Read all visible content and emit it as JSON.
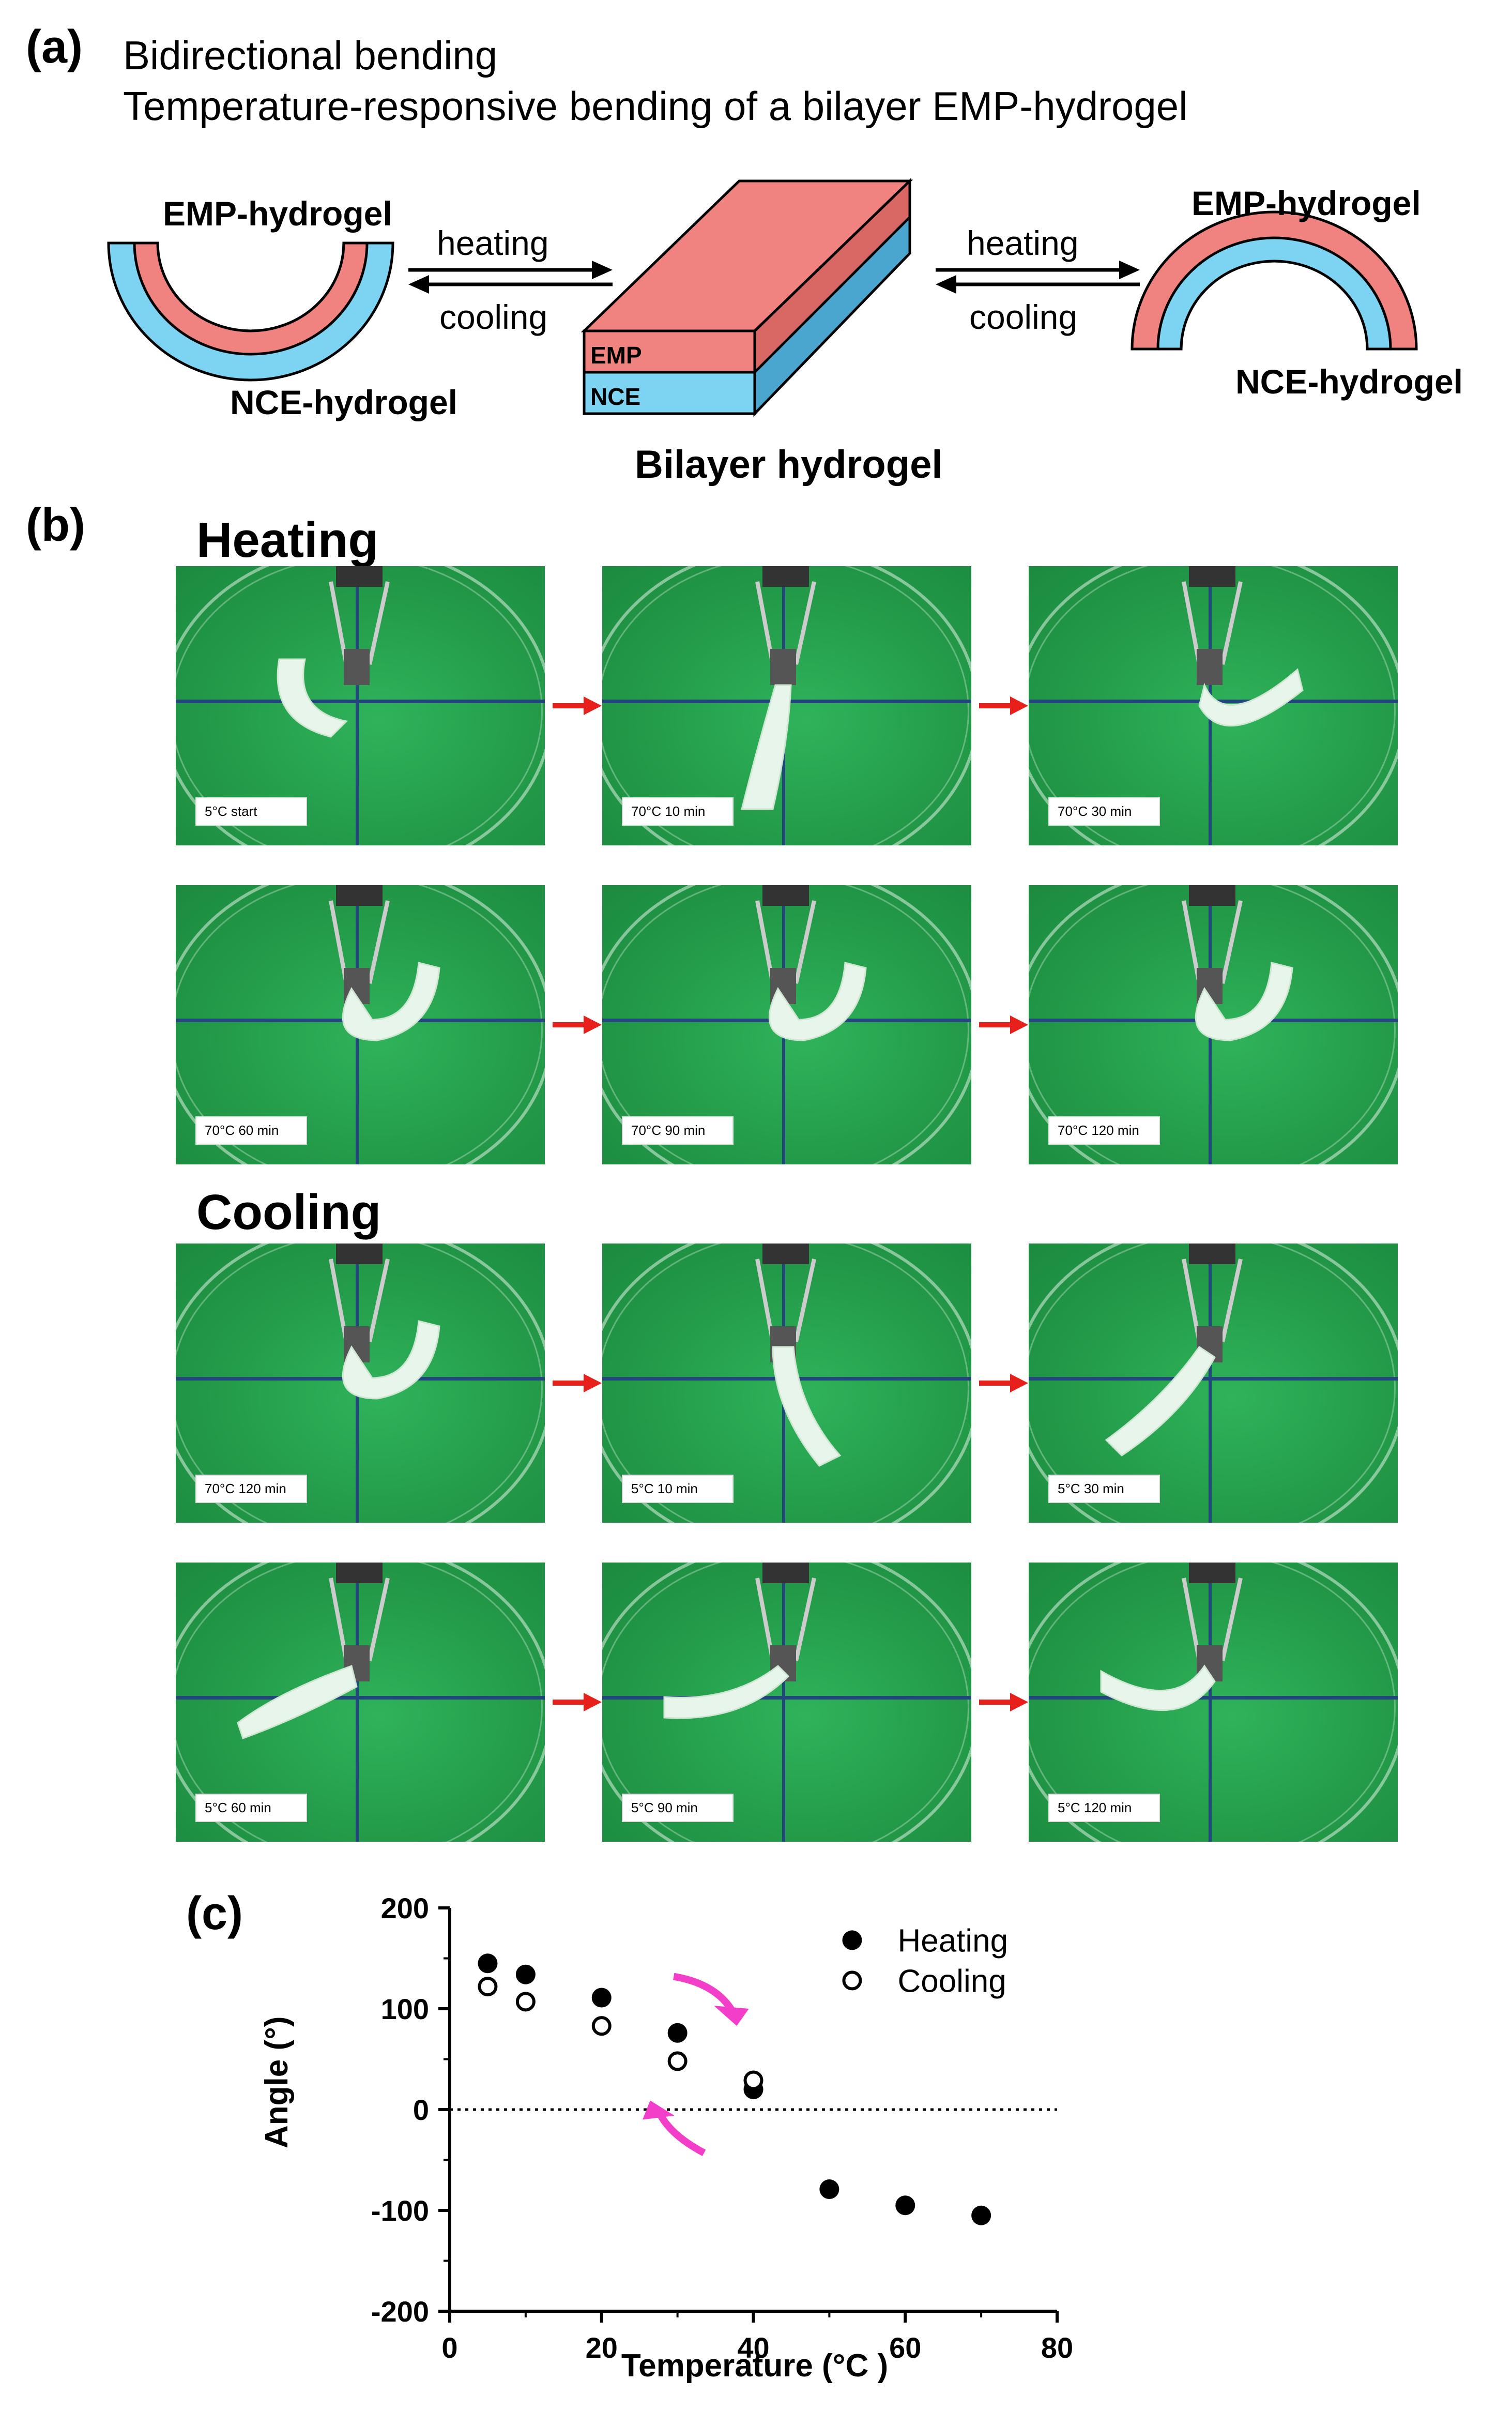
{
  "panel_a": {
    "letter": "(a)",
    "title_line1": "Bidirectional bending",
    "title_line2": "Temperature-responsive bending of a bilayer EMP-hydrogel",
    "left_top": "EMP-hydrogel",
    "left_bottom": "NCE-hydrogel",
    "right_top": "EMP-hydrogel",
    "right_bottom": "NCE-hydrogel",
    "heating": "heating",
    "cooling": "cooling",
    "layer_top": "EMP",
    "layer_bottom": "NCE",
    "block_label": "Bilayer hydrogel",
    "colors": {
      "emp": "#f0837f",
      "nce": "#7cd3f2",
      "outline": "#000000"
    }
  },
  "panel_b": {
    "letter": "(b)",
    "heating_title": "Heating",
    "cooling_title": "Cooling",
    "heating_photos": [
      "5°C start",
      "70°C 10 min",
      "70°C 30 min",
      "70°C 60 min",
      "70°C 90 min",
      "70°C 120 min"
    ],
    "cooling_photos": [
      "70°C 120 min",
      "5°C 10 min",
      "5°C 30 min",
      "5°C 60 min",
      "5°C 90 min",
      "5°C 120 min"
    ],
    "colors": {
      "arrow": "#e8201c",
      "background": "#239b49",
      "grid_line": "#23467d",
      "gel": "#e8f5ea"
    }
  },
  "panel_c": {
    "letter": "(c)",
    "arrow_color": "#f23ec9"
  },
  "chart_data": {
    "type": "scatter",
    "xlabel": "Temperature (°C )",
    "ylabel": "Angle (°)",
    "xlim": [
      0,
      80
    ],
    "ylim": [
      -200,
      200
    ],
    "xticks": [
      0,
      20,
      40,
      60,
      80
    ],
    "yticks": [
      -200,
      -100,
      0,
      100,
      200
    ],
    "reference_line": {
      "y": 0,
      "style": "dotted"
    },
    "legend_position": "top-right",
    "series": [
      {
        "name": "Heating",
        "marker": "filled-circle",
        "x": [
          5,
          10,
          20,
          30,
          40,
          50,
          60,
          70
        ],
        "y": [
          145,
          134,
          111,
          76,
          20,
          -79,
          -95,
          -105
        ]
      },
      {
        "name": "Cooling",
        "marker": "open-circle",
        "x": [
          5,
          10,
          20,
          30,
          40
        ],
        "y": [
          122,
          107,
          83,
          48,
          29
        ]
      }
    ]
  }
}
